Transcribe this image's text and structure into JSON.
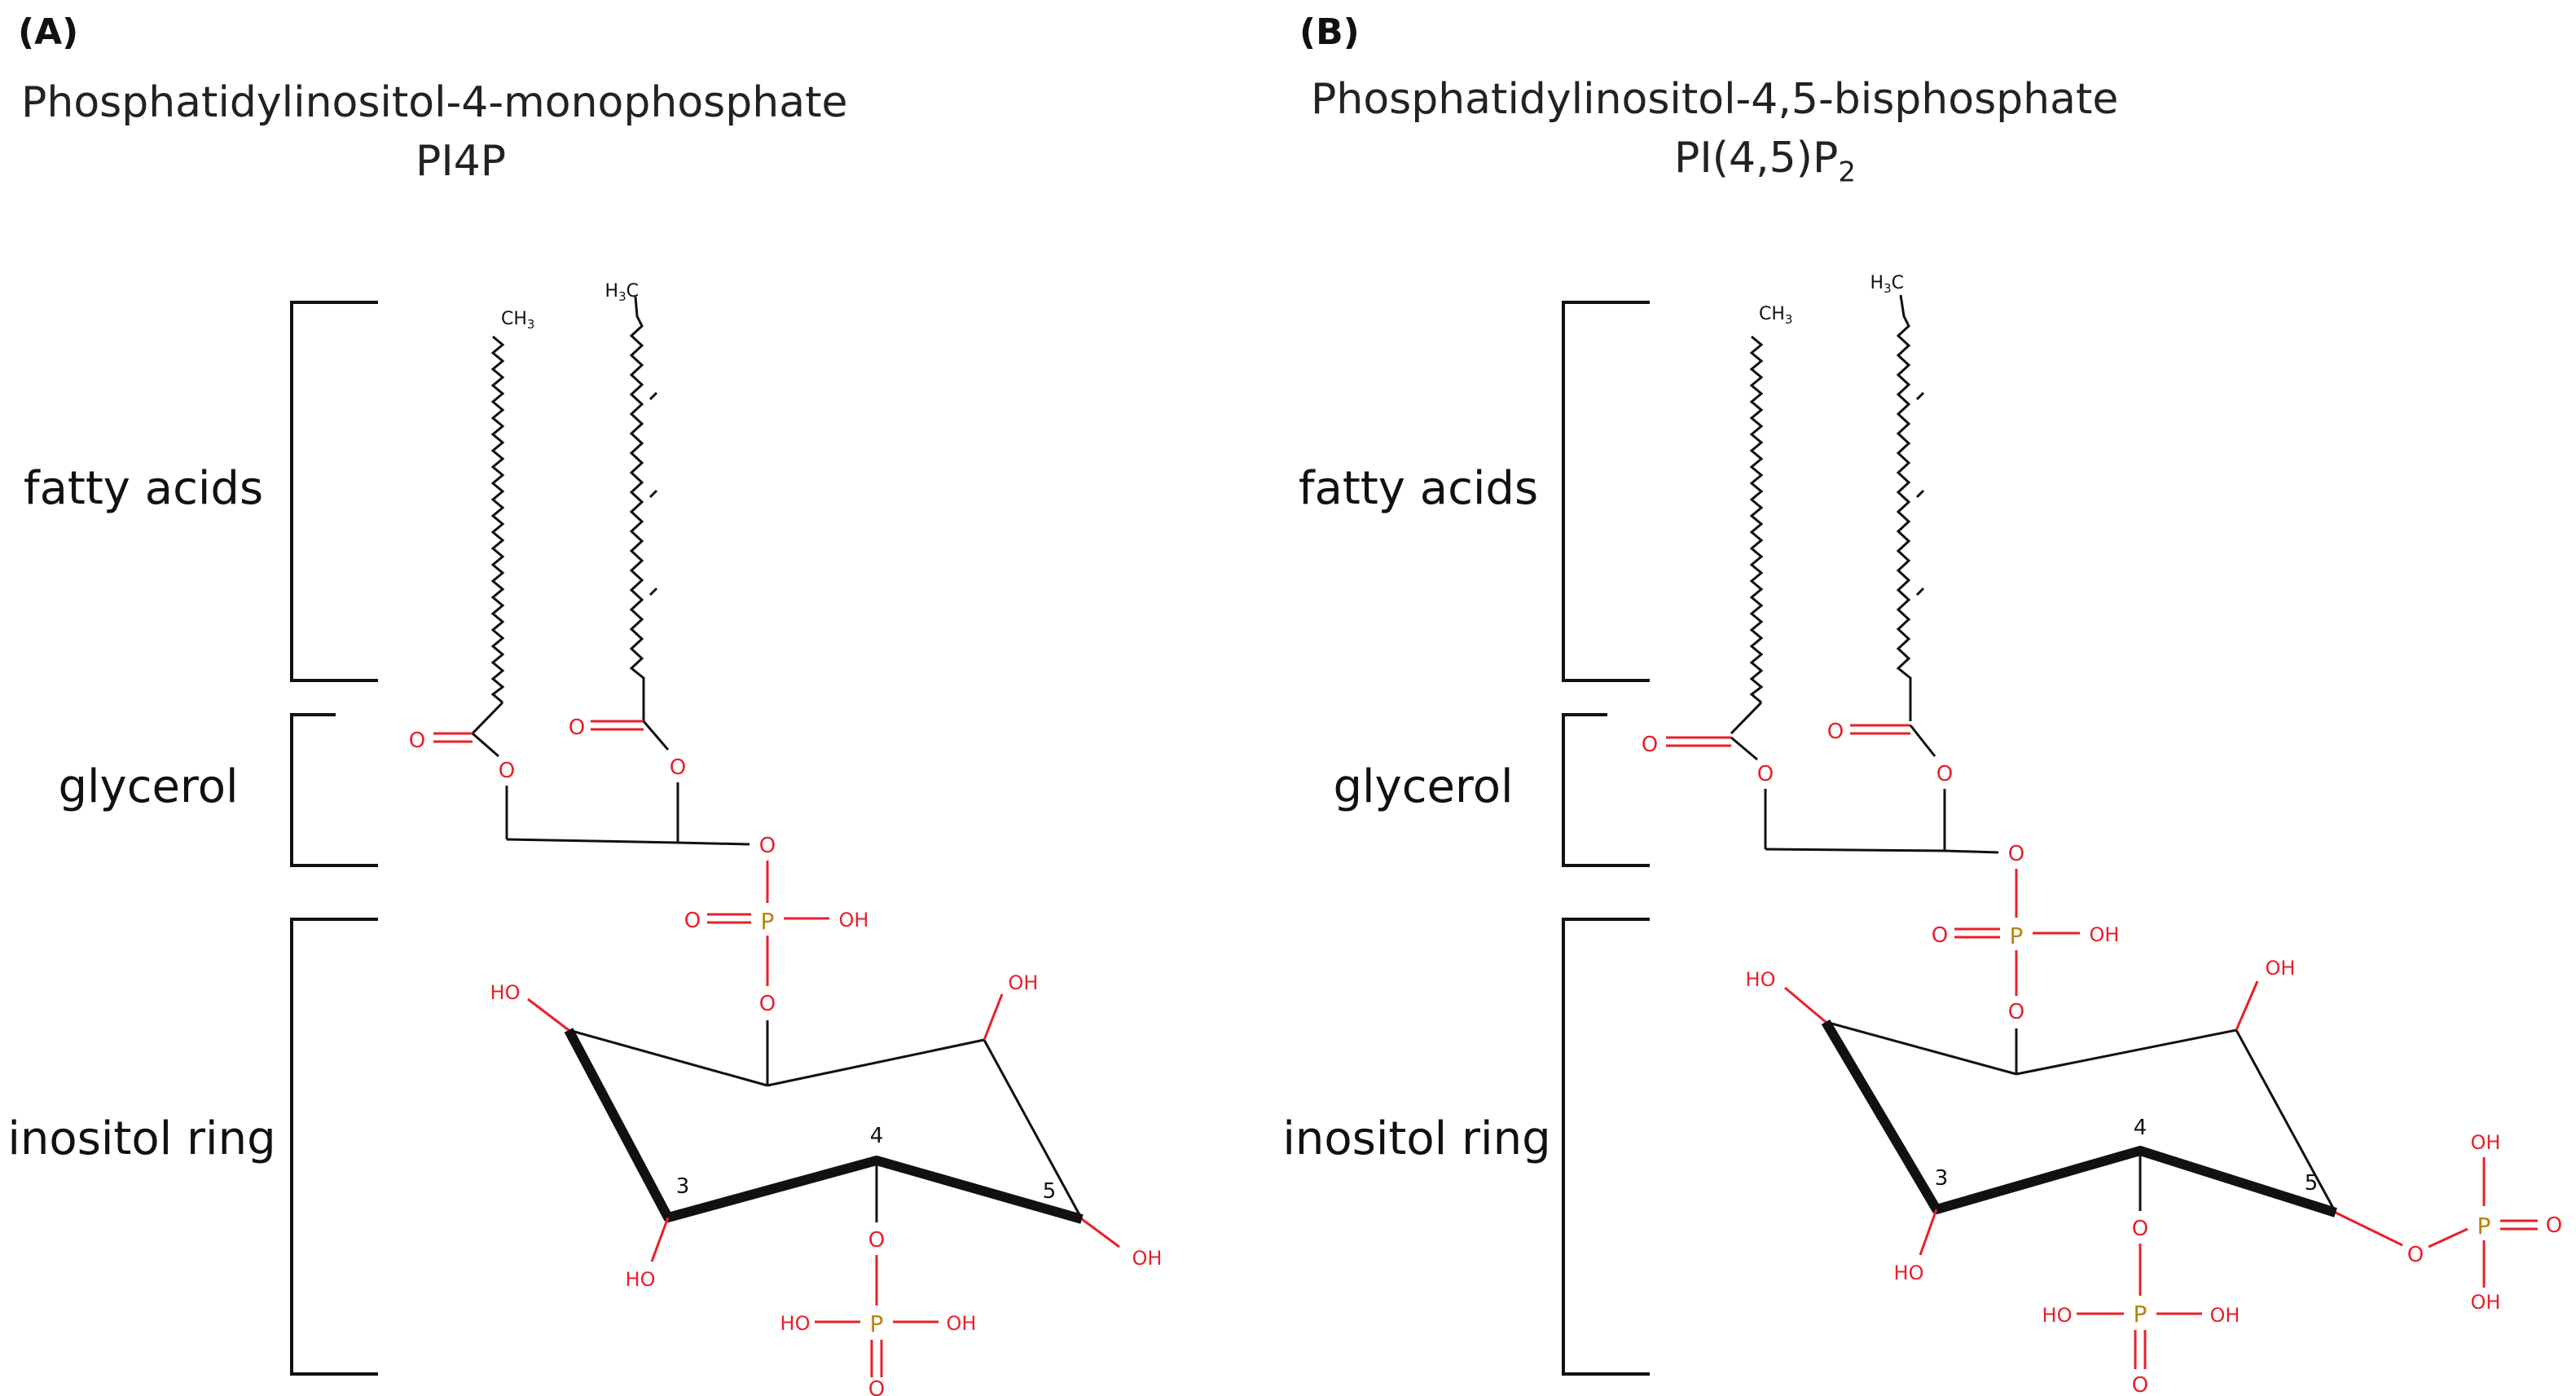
{
  "panels": [
    {
      "id": "A",
      "label": "(A)",
      "name": "Phosphatidylinositol-4-monophosphate",
      "abbrev": "PI4P",
      "abbrev_main": "PI4P",
      "abbrev_sub": ""
    },
    {
      "id": "B",
      "label": "(B)",
      "name": "Phosphatidylinositol-4,5-bisphosphate",
      "abbrev": "PI(4,5)P2",
      "abbrev_main": "PI(4,5)P",
      "abbrev_sub": "2"
    }
  ],
  "regions": {
    "fatty_acids": "fatty acids",
    "glycerol": "glycerol",
    "inositol_ring": "inositol ring"
  },
  "atoms": {
    "ch3": "CH3",
    "h3c": "H3C",
    "o": "O",
    "oh": "OH",
    "ho": "HO",
    "p": "P"
  },
  "ring_numbers": [
    "3",
    "4",
    "5"
  ],
  "colors": {
    "bond": "#111111",
    "oxygen": "#e8202a",
    "phosphorus": "#b8860b",
    "text": "#111111"
  }
}
